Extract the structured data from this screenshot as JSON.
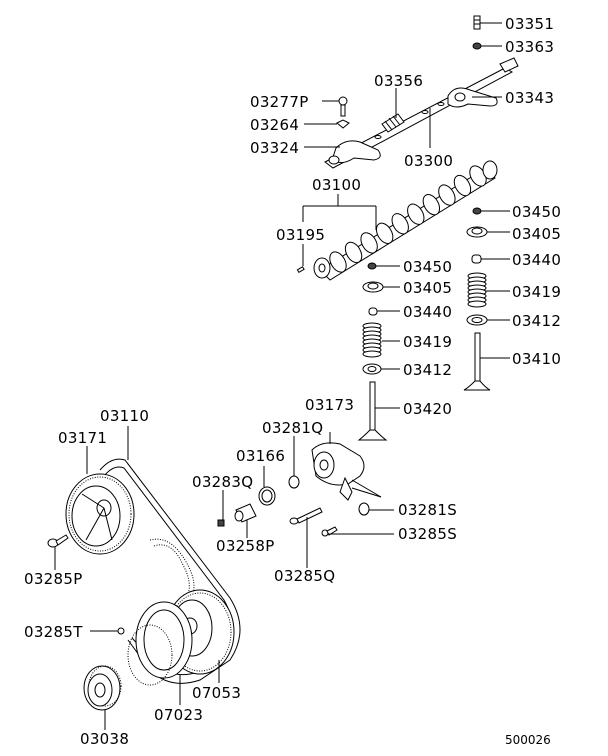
{
  "diagram": {
    "title": "Camshaft / Valve / Timing Belt exploded view",
    "ref_code": "500026",
    "line_color": "#000000",
    "background": "#ffffff"
  },
  "parts": {
    "p03351": "03351",
    "p03363": "03363",
    "p03356": "03356",
    "p03343": "03343",
    "p03277P": "03277P",
    "p03264": "03264",
    "p03324": "03324",
    "p03300": "03300",
    "p03100": "03100",
    "p03195": "03195",
    "p03450_r": "03450",
    "p03405_r": "03405",
    "p03440_r": "03440",
    "p03419_r": "03419",
    "p03412_r": "03412",
    "p03410": "03410",
    "p03450_l": "03450",
    "p03405_l": "03405",
    "p03440_l": "03440",
    "p03419_l": "03419",
    "p03412_l": "03412",
    "p03420": "03420",
    "p03173": "03173",
    "p03281Q": "03281Q",
    "p03166": "03166",
    "p03283Q": "03283Q",
    "p03258P": "03258P",
    "p03281S": "03281S",
    "p03285S": "03285S",
    "p03285Q": "03285Q",
    "p03110": "03110",
    "p03171": "03171",
    "p03285P": "03285P",
    "p03285T": "03285T",
    "p07053": "07053",
    "p07023": "07023",
    "p03038": "03038"
  }
}
